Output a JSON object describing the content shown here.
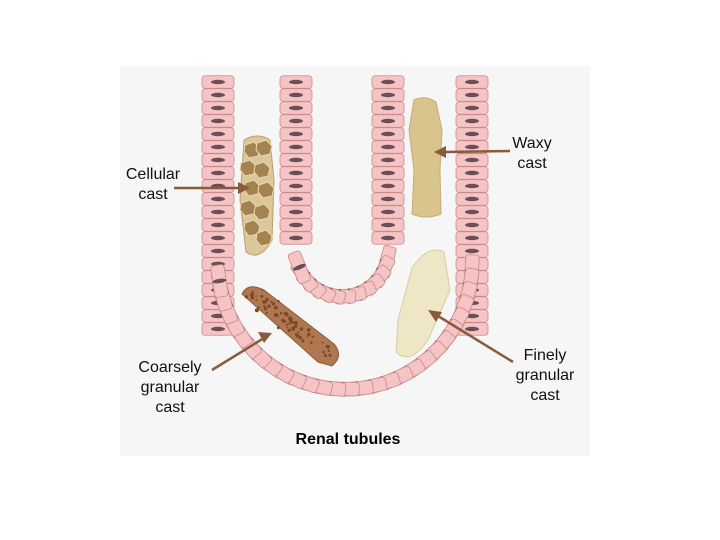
{
  "figure": {
    "caption": "Renal tubules",
    "colors": {
      "background_panel": "#f6f6f6",
      "cell_fill": "#f6c4c4",
      "cell_stroke": "#c98a8a",
      "nucleus": "#6b4f57",
      "arrow": "#8a5a3c",
      "waxy_cast": "#d9c48e",
      "fine_granular_cast": "#efe6c6",
      "coarse_granular_cast": "#b07850",
      "cellular_cast_outer": "#dcc79a",
      "cellular_cast_cells": "#a58350"
    }
  },
  "labels": {
    "cellular": {
      "line1": "Cellular",
      "line2": "cast"
    },
    "waxy": {
      "line1": "Waxy",
      "line2": "cast"
    },
    "coarse": {
      "line1": "Coarsely",
      "line2": "granular",
      "line3": "cast"
    },
    "fine": {
      "line1": "Finely",
      "line2": "granular",
      "line3": "cast"
    }
  }
}
